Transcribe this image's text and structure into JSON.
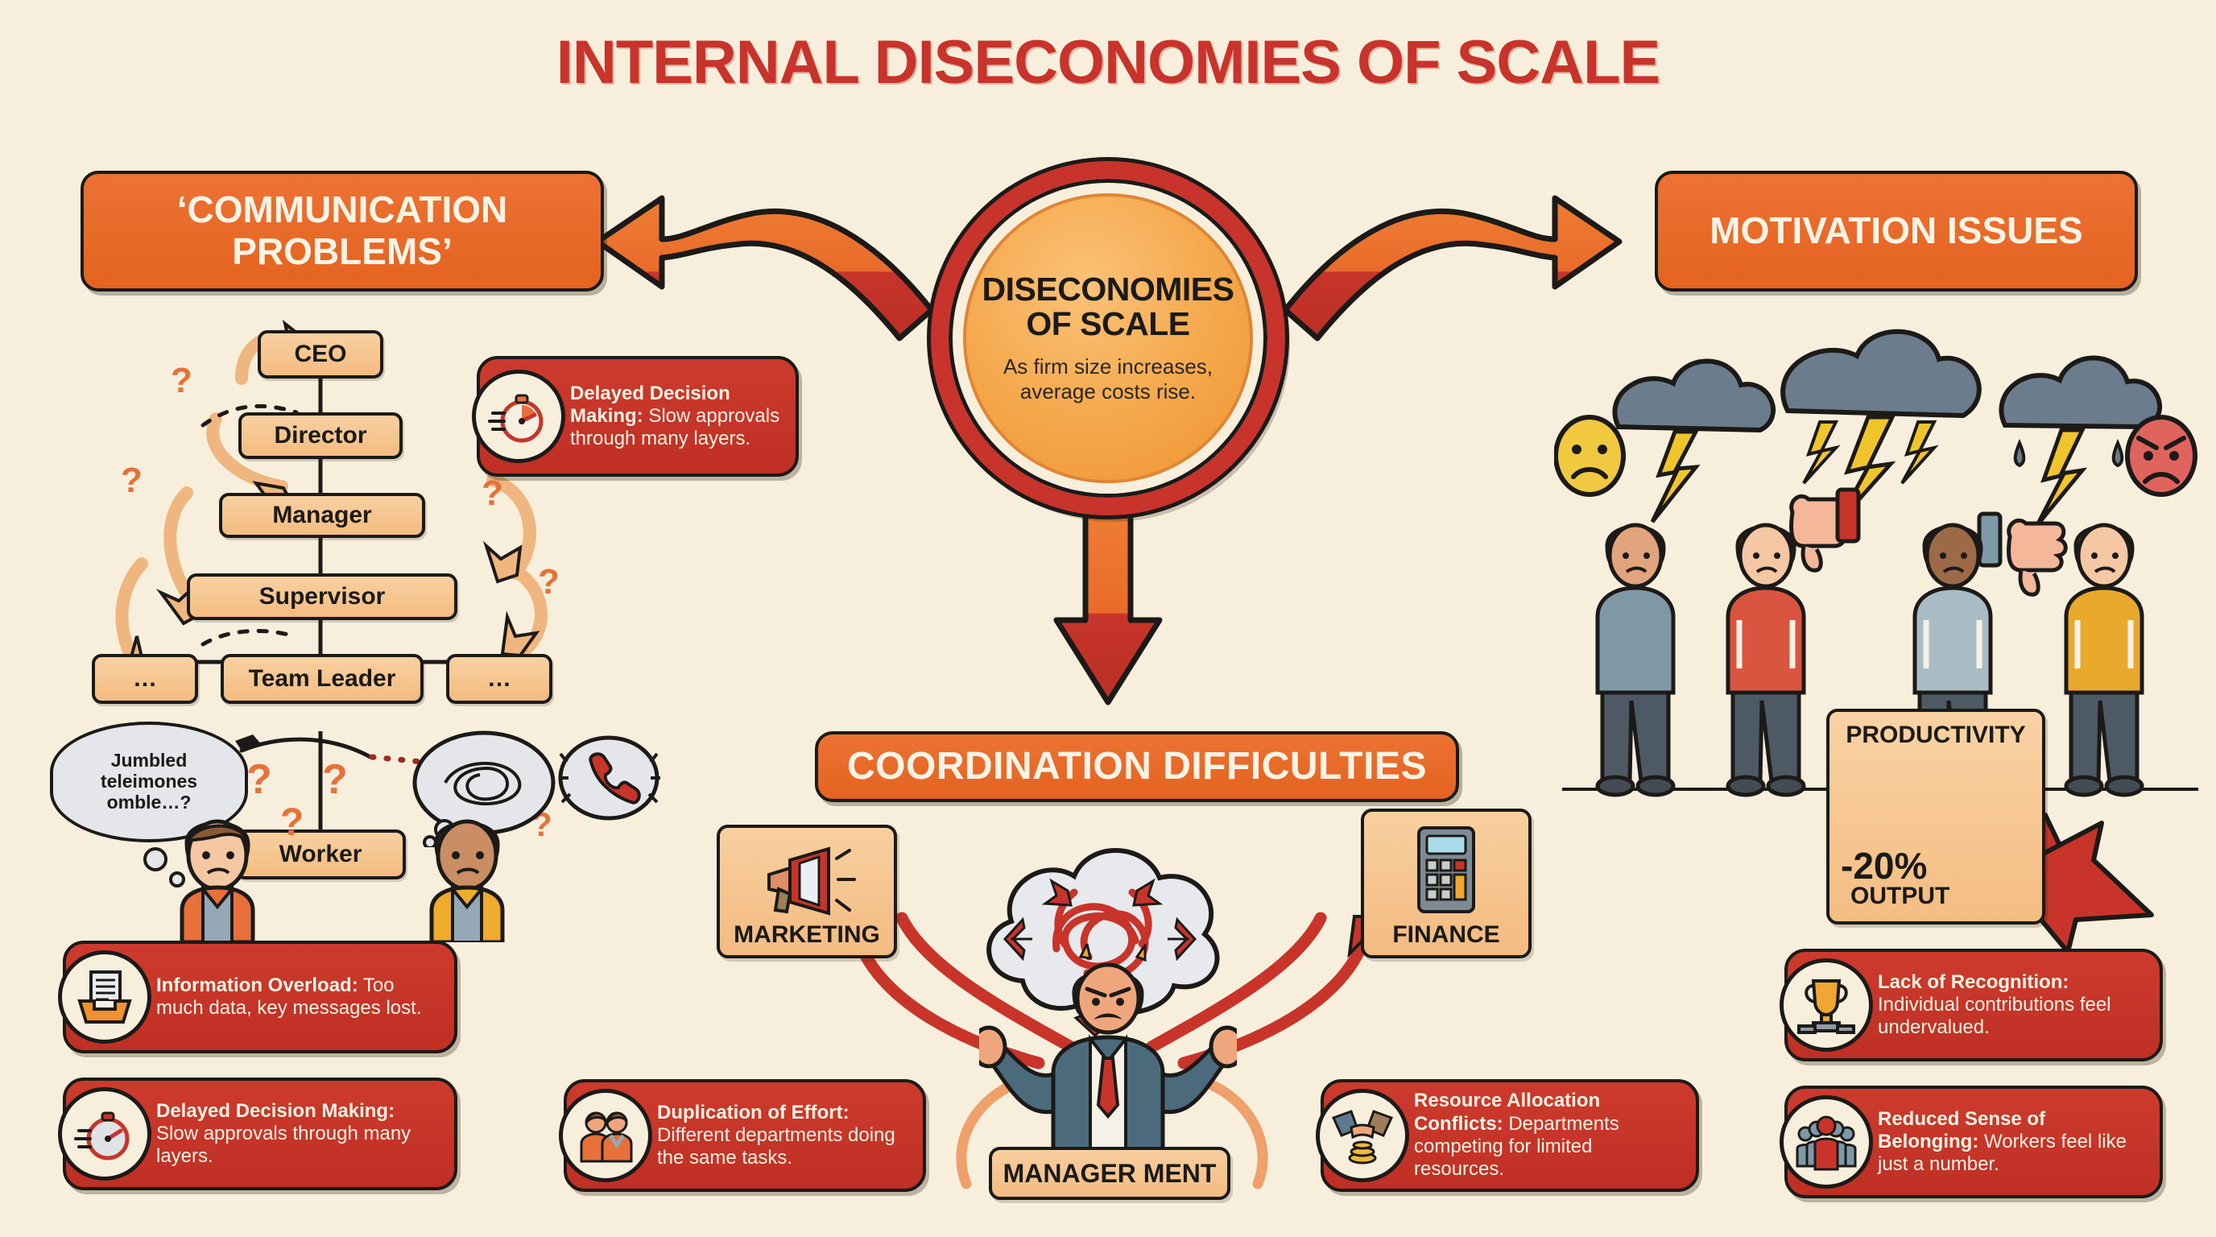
{
  "title": "INTERNAL DISECONOMIES OF SCALE",
  "core": {
    "title_line1": "DISECONOMIES",
    "title_line2": "OF SCALE",
    "subtitle": "As firm size increases, average costs rise."
  },
  "branches": {
    "communication": "‘COMMUNICATION PROBLEMS’",
    "motivation": "MOTIVATION ISSUES",
    "coordination": "COORDINATION DIFFICULTIES"
  },
  "hierarchy": {
    "levels": [
      {
        "label": "CEO"
      },
      {
        "label": "Director"
      },
      {
        "label": "Manager"
      },
      {
        "label": "Supervisor"
      },
      {
        "label": "Team Leader"
      },
      {
        "label": "Worker"
      }
    ],
    "ellipsis_left": "…",
    "ellipsis_right": "…",
    "question_marks": [
      "?",
      "?",
      "?",
      "?",
      "?",
      "?",
      "?",
      "?"
    ],
    "bubble_text": "Jumbled teleimones omble…?"
  },
  "callout_top": {
    "heading": "Delayed Decision Making:",
    "body": "Slow approvals through many layers.",
    "icon": "stopwatch-icon"
  },
  "communication_cards": [
    {
      "heading": "Information Overload:",
      "body": "Too much data, key messages lost.",
      "icon": "inbox-document-icon"
    },
    {
      "heading": "Delayed Decision Making:",
      "body": "Slow approvals through many layers.",
      "icon": "stopwatch-icon"
    }
  ],
  "coordination": {
    "departments": [
      {
        "label": "MARKETING",
        "icon": "megaphone-icon"
      },
      {
        "label": "FINANCE",
        "icon": "calculator-icon"
      }
    ],
    "manager_label": "MANAGER MENT",
    "tangle_icon": "tangled-arrows-cloud-icon"
  },
  "coordination_cards": [
    {
      "heading": "Duplication of Effort:",
      "body": "Different departments doing the same tasks.",
      "icon": "two-workers-icon"
    },
    {
      "heading": "Resource Allocation Conflicts:",
      "body": "Departments competing for limited resources.",
      "icon": "hands-tug-coins-icon"
    }
  ],
  "motivation": {
    "productivity": {
      "title": "PRODUCTIVITY",
      "percent": "-20%",
      "unit": "OUTPUT"
    },
    "mood_icons": [
      "sad-face-icon",
      "angry-face-icon",
      "thumbs-down-icon",
      "thumbs-down-icon"
    ],
    "weather_icons": [
      "storm-cloud-lightning-icon",
      "storm-cloud-lightning-icon",
      "rain-cloud-lightning-icon"
    ],
    "workers_count": 4
  },
  "motivation_cards": [
    {
      "heading": "Lack of Recognition:",
      "body": "Individual contributions feel undervalued.",
      "icon": "trophy-podium-icon"
    },
    {
      "heading": "Reduced Sense of Belonging:",
      "body": "Workers feel like just a number.",
      "icon": "crowd-people-icon"
    }
  ],
  "colors": {
    "background": "#f7efdc",
    "title_red": "#c8332b",
    "accent_orange": "#e96f2e",
    "card_red": "#c3342a",
    "box_tan": "#f5c089",
    "ink": "#1c1a18"
  }
}
